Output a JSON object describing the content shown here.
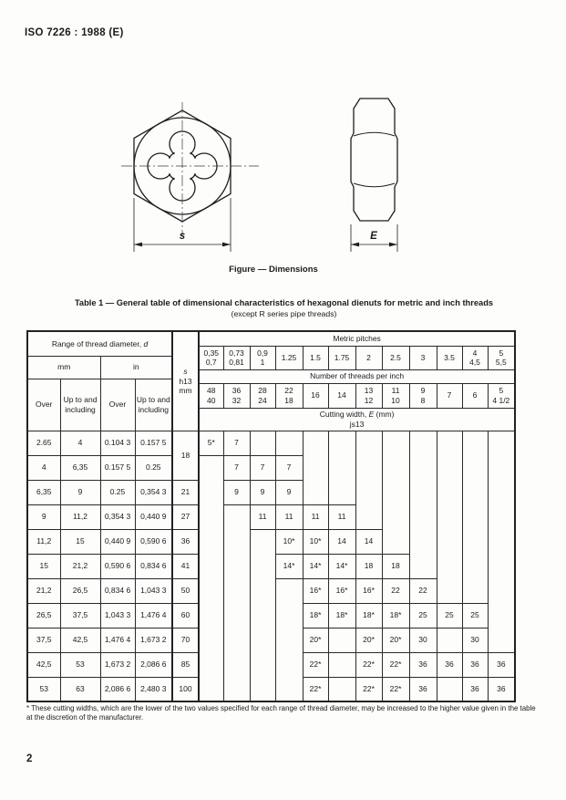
{
  "page": {
    "header": "ISO 7226 : 1988 (E)",
    "number": "2"
  },
  "figure": {
    "caption": "Figure — Dimensions",
    "dim_s": "s",
    "dim_e": "E"
  },
  "table": {
    "title_line1": "Table 1 — General table of dimensional characteristics of hexagonal dienuts for metric and inch threads",
    "title_line2": "(except R series pipe threads)",
    "header": {
      "range_label": "Range of thread diameter, ",
      "range_var": "d",
      "mm": "mm",
      "in": "in",
      "over1": "Over",
      "upto1": "Up to and including",
      "over2": "Over",
      "upto2": "Up to and including",
      "s_var": "s",
      "s_tol": "h13",
      "s_unit": "mm",
      "metric_pitches": "Metric pitches",
      "tpi_label": "Number of threads per inch",
      "cutting_label": "Cutting width, ",
      "cutting_var": "E",
      "cutting_unit": " (mm)",
      "cutting_tol": "js13",
      "pitch_cols": [
        [
          "0,35",
          "0,7"
        ],
        [
          "0,73",
          "0,81"
        ],
        [
          "0,9",
          "1"
        ],
        [
          "1.25"
        ],
        [
          "1.5"
        ],
        [
          "1.75"
        ],
        [
          "2"
        ],
        [
          "2.5"
        ],
        [
          "3"
        ],
        [
          "3.5"
        ],
        [
          "4",
          "4,5"
        ],
        [
          "5",
          "5,5"
        ]
      ],
      "tpi_cols": [
        [
          "48",
          "40"
        ],
        [
          "36",
          "32"
        ],
        [
          "28",
          "24"
        ],
        [
          "22",
          "18"
        ],
        [
          "16"
        ],
        [
          "14"
        ],
        [
          "13",
          "12"
        ],
        [
          "11",
          "10"
        ],
        [
          "9",
          "8"
        ],
        [
          "7"
        ],
        [
          "6"
        ],
        [
          "5",
          "4 1/2"
        ]
      ]
    },
    "rows": [
      {
        "over_mm": "2.65",
        "upto_mm": "4",
        "over_in": "0.104 3",
        "upto_in": "0.157 5",
        "s": "18",
        "s_rowspan": 2,
        "cells": [
          "5*",
          "7",
          "",
          "",
          null,
          null,
          null,
          null,
          null,
          null,
          null,
          null
        ]
      },
      {
        "over_mm": "4",
        "upto_mm": "6,35",
        "over_in": "0.157 5",
        "upto_in": "0.25",
        "s": null,
        "cells": [
          null,
          "7",
          "7",
          "7",
          null,
          null,
          null,
          null,
          null,
          null,
          null,
          null
        ]
      },
      {
        "over_mm": "6,35",
        "upto_mm": "9",
        "over_in": "0.25",
        "upto_in": "0,354 3",
        "s": "21",
        "cells": [
          null,
          "9",
          "9",
          "9",
          null,
          null,
          null,
          null,
          null,
          null,
          null,
          null
        ]
      },
      {
        "over_mm": "9",
        "upto_mm": "11,2",
        "over_in": "0,354 3",
        "upto_in": "0,440 9",
        "s": "27",
        "cells": [
          null,
          null,
          "11",
          "11",
          "11",
          "11",
          null,
          null,
          null,
          null,
          null,
          null
        ]
      },
      {
        "over_mm": "11,2",
        "upto_mm": "15",
        "over_in": "0,440 9",
        "upto_in": "0,590 6",
        "s": "36",
        "cells": [
          null,
          null,
          null,
          "10*",
          "10*",
          "14",
          "14",
          null,
          null,
          null,
          null,
          null
        ]
      },
      {
        "over_mm": "15",
        "upto_mm": "21,2",
        "over_in": "0,590 6",
        "upto_in": "0,834 6",
        "s": "41",
        "cells": [
          null,
          null,
          null,
          "14*",
          "14*",
          "14*",
          "18",
          "18",
          null,
          null,
          null,
          null
        ]
      },
      {
        "over_mm": "21,2",
        "upto_mm": "26,5",
        "over_in": "0,834 6",
        "upto_in": "1,043 3",
        "s": "50",
        "cells": [
          null,
          null,
          null,
          null,
          "16*",
          "16*",
          "16*",
          "22",
          "22",
          null,
          null,
          null
        ]
      },
      {
        "over_mm": "26,5",
        "upto_mm": "37,5",
        "over_in": "1,043 3",
        "upto_in": "1,476 4",
        "s": "60",
        "cells": [
          null,
          null,
          null,
          null,
          "18*",
          "18*",
          "18*",
          "18*",
          "25",
          "25",
          "25",
          null
        ]
      },
      {
        "over_mm": "37,5",
        "upto_mm": "42,5",
        "over_in": "1,476 4",
        "upto_in": "1,673 2",
        "s": "70",
        "cells": [
          null,
          null,
          null,
          null,
          "20*",
          "",
          "20*",
          "20*",
          "30",
          "",
          "30",
          null
        ]
      },
      {
        "over_mm": "42,5",
        "upto_mm": "53",
        "over_in": "1,673 2",
        "upto_in": "2,086 6",
        "s": "85",
        "cells": [
          null,
          null,
          null,
          null,
          "22*",
          "",
          "22*",
          "22*",
          "36",
          "36",
          "36",
          "36"
        ]
      },
      {
        "over_mm": "53",
        "upto_mm": "63",
        "over_in": "2,086 6",
        "upto_in": "2,480 3",
        "s": "100",
        "cells": [
          null,
          null,
          null,
          null,
          "22*",
          "",
          "22*",
          "22*",
          "36",
          "",
          "36",
          "36"
        ]
      }
    ],
    "footnote": "* These cutting widths, which are the lower of the two values specified for each range of thread diameter, may be increased to the higher value given in the table at the discretion of the manufacturer."
  }
}
